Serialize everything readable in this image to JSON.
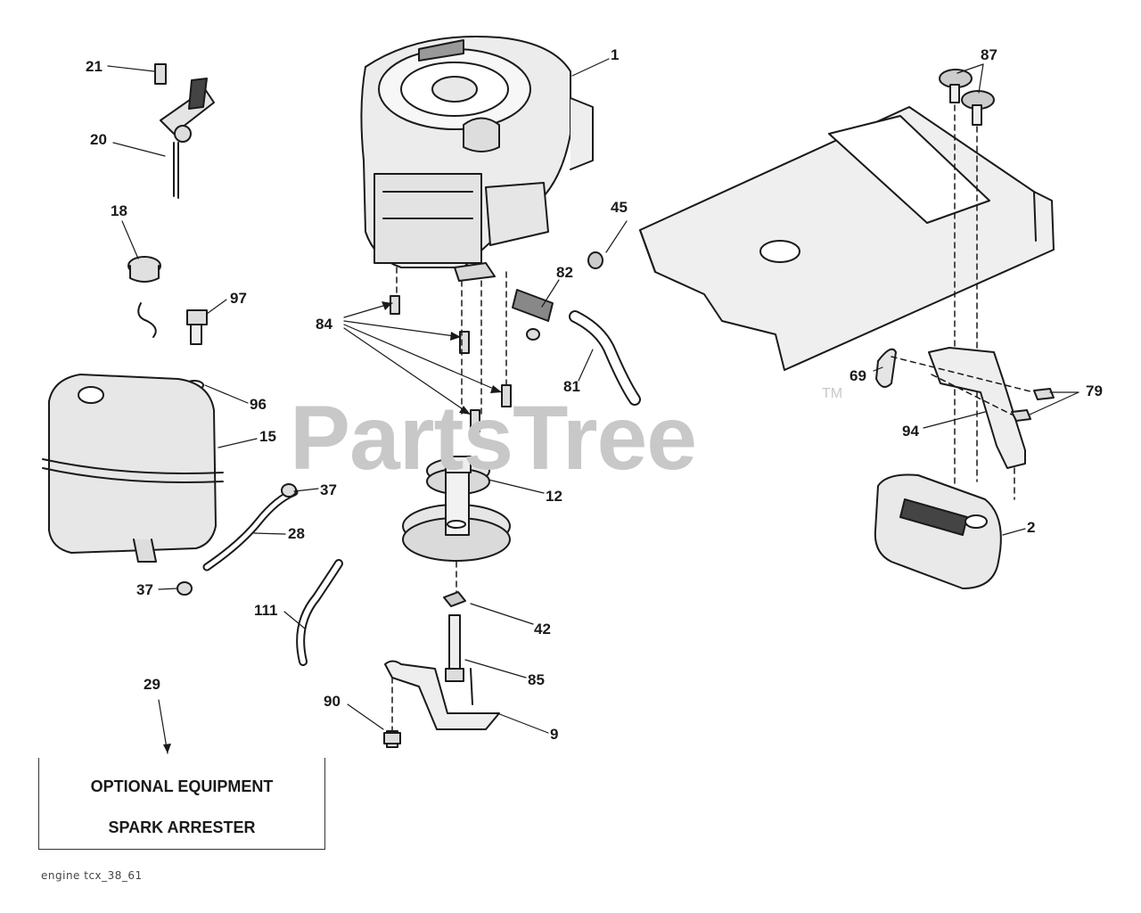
{
  "watermark": {
    "text": "PartsTree",
    "tm": "TM"
  },
  "labels": {
    "p1": "1",
    "p2": "2",
    "p9": "9",
    "p12": "12",
    "p15": "15",
    "p18": "18",
    "p20": "20",
    "p21": "21",
    "p28": "28",
    "p29": "29",
    "p37a": "37",
    "p37b": "37",
    "p42": "42",
    "p45": "45",
    "p69": "69",
    "p79": "79",
    "p81": "81",
    "p82": "82",
    "p84": "84",
    "p85": "85",
    "p87": "87",
    "p90": "90",
    "p94": "94",
    "p96": "96",
    "p97": "97",
    "p111": "111"
  },
  "optional_box": {
    "line1": "OPTIONAL EQUIPMENT",
    "line2": "SPARK ARRESTER"
  },
  "footer": {
    "code": "engine tcx_38_61"
  },
  "colors": {
    "ink": "#1a1a1a",
    "watermark": "#c8c8c8",
    "background": "#ffffff"
  }
}
